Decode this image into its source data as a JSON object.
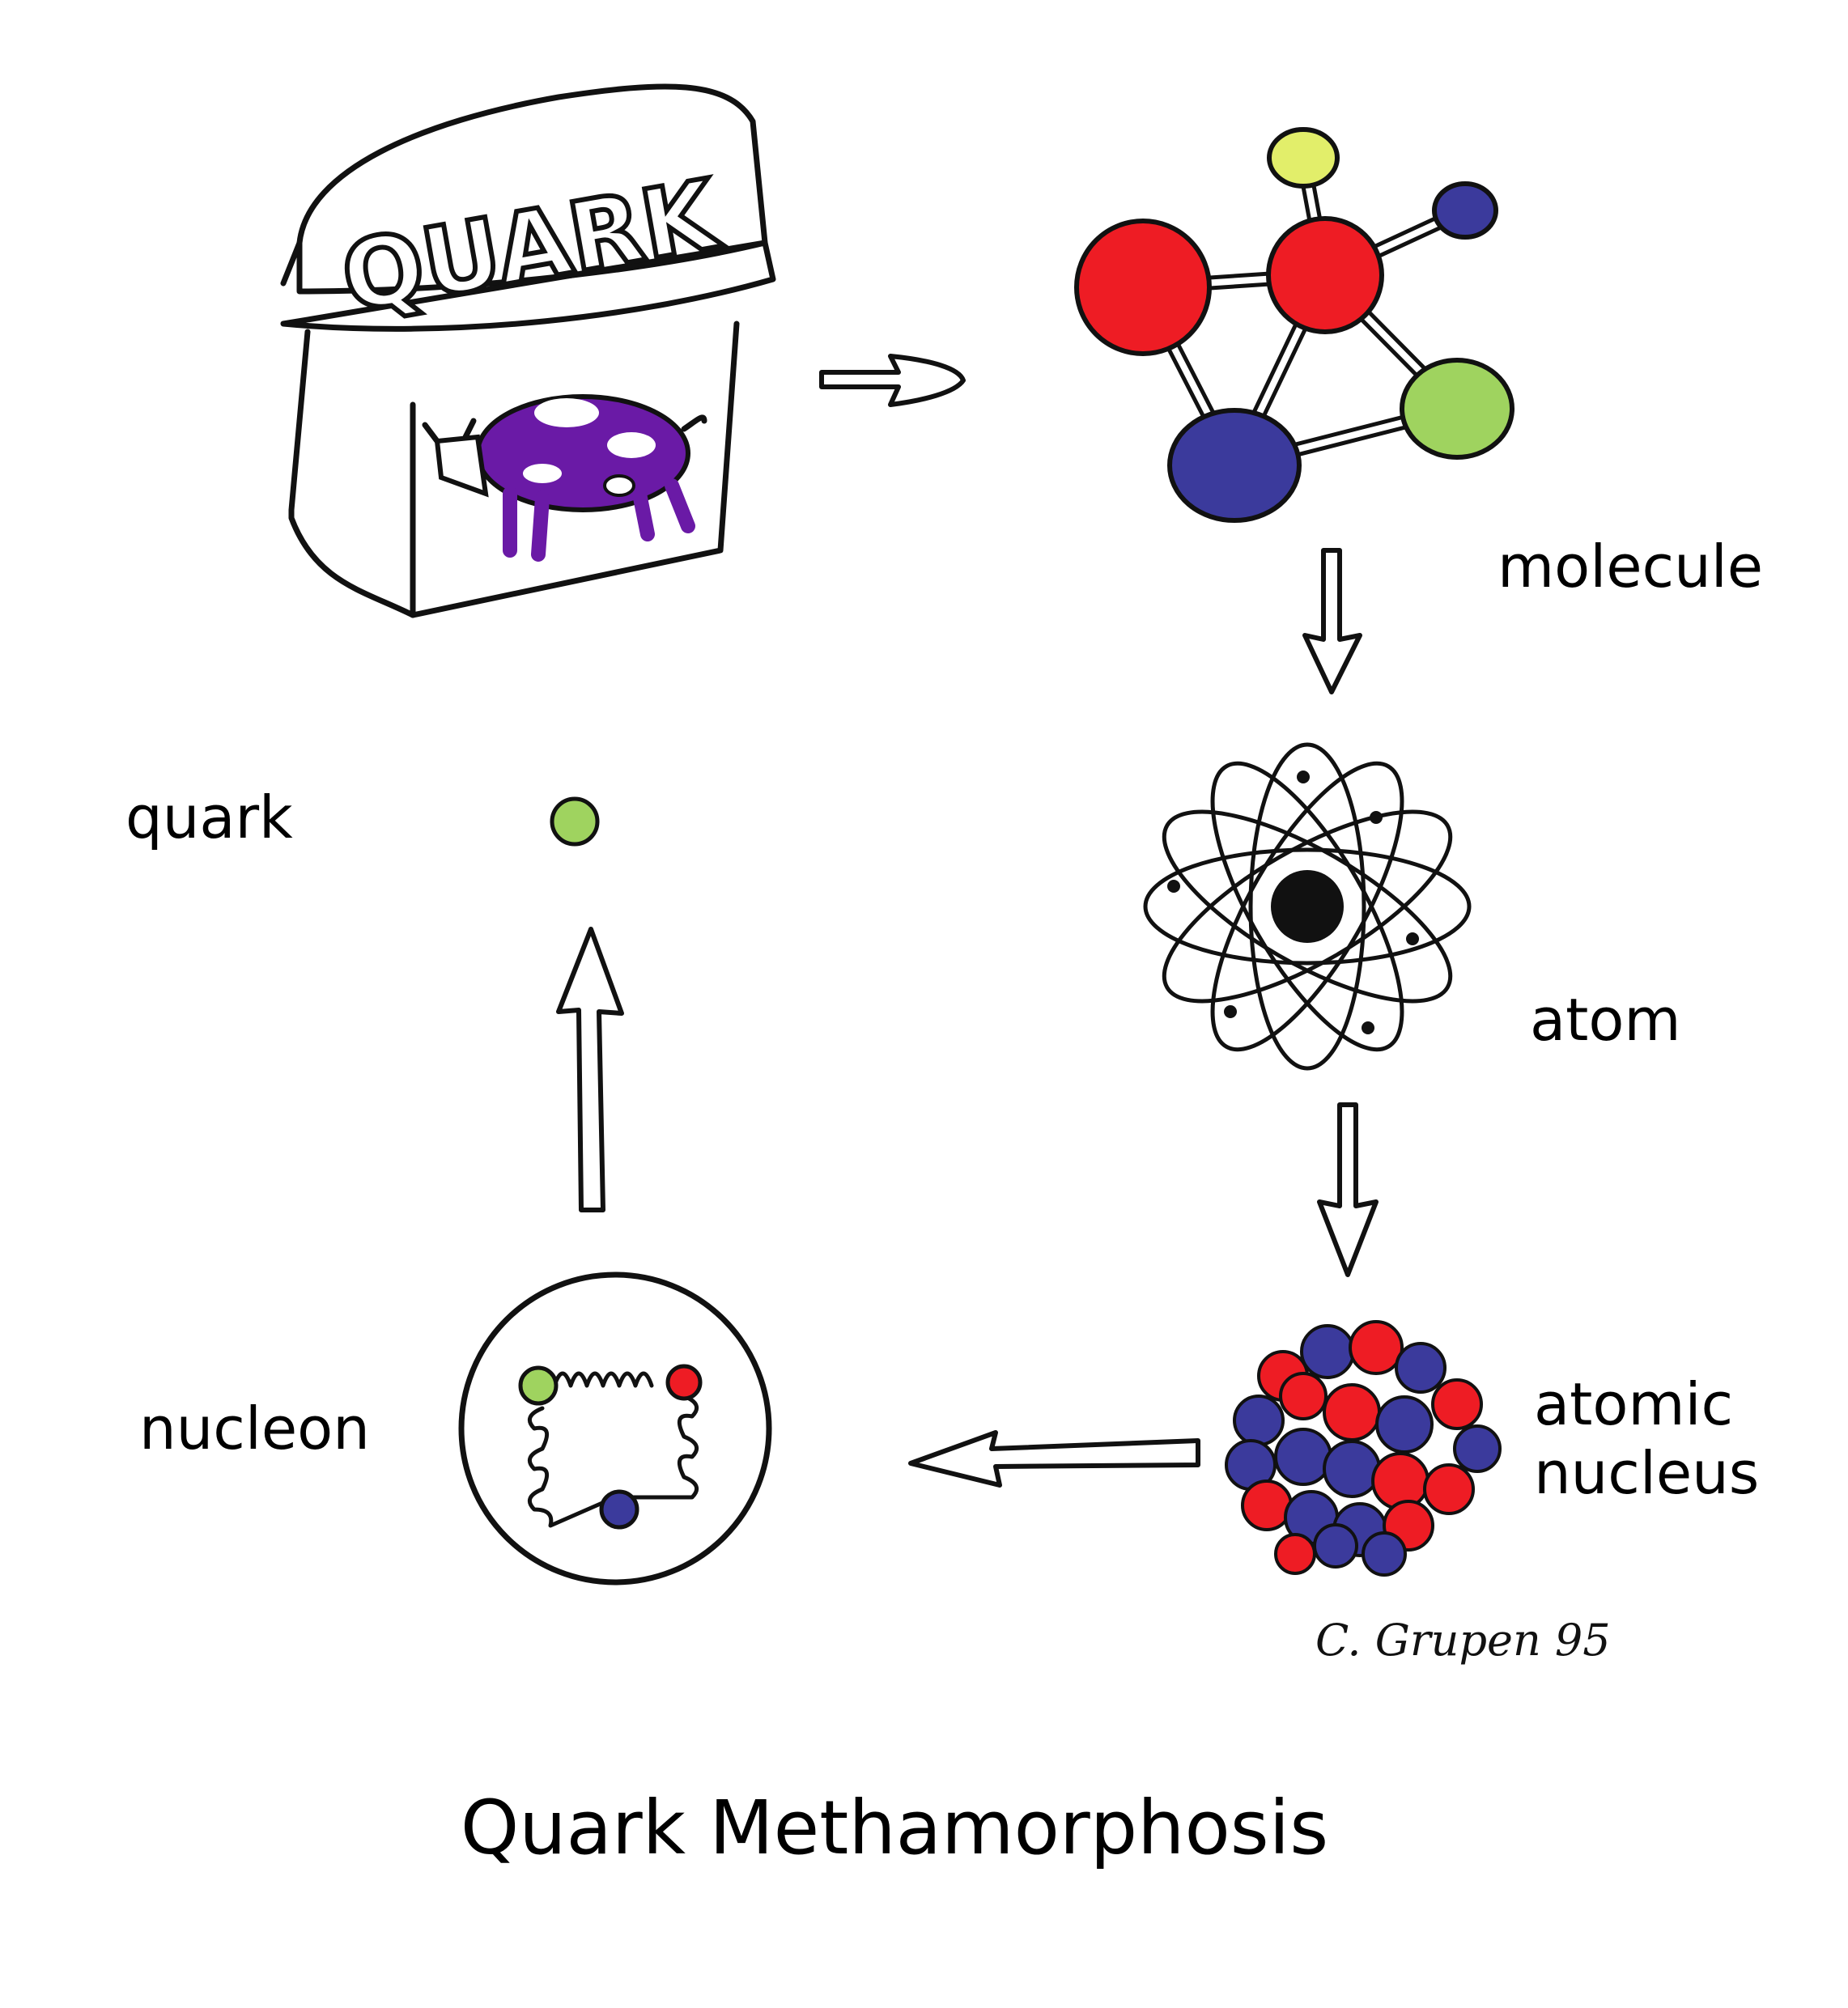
{
  "title": "Quark Methamorphosis",
  "container": {
    "lid_text": "QUARK"
  },
  "labels": {
    "molecule": "molecule",
    "atom": "atom",
    "nucleus_line1": "atomic",
    "nucleus_line2": "nucleus",
    "nucleon": "nucleon",
    "quark": "quark"
  },
  "signature": "C. Grupen 95",
  "colors": {
    "red": "#ee1c24",
    "blue": "#3b3a9c",
    "green": "#9fd35f",
    "yellow": "#e2ee6a",
    "purple": "#6a1aa6",
    "ink": "#111111"
  }
}
